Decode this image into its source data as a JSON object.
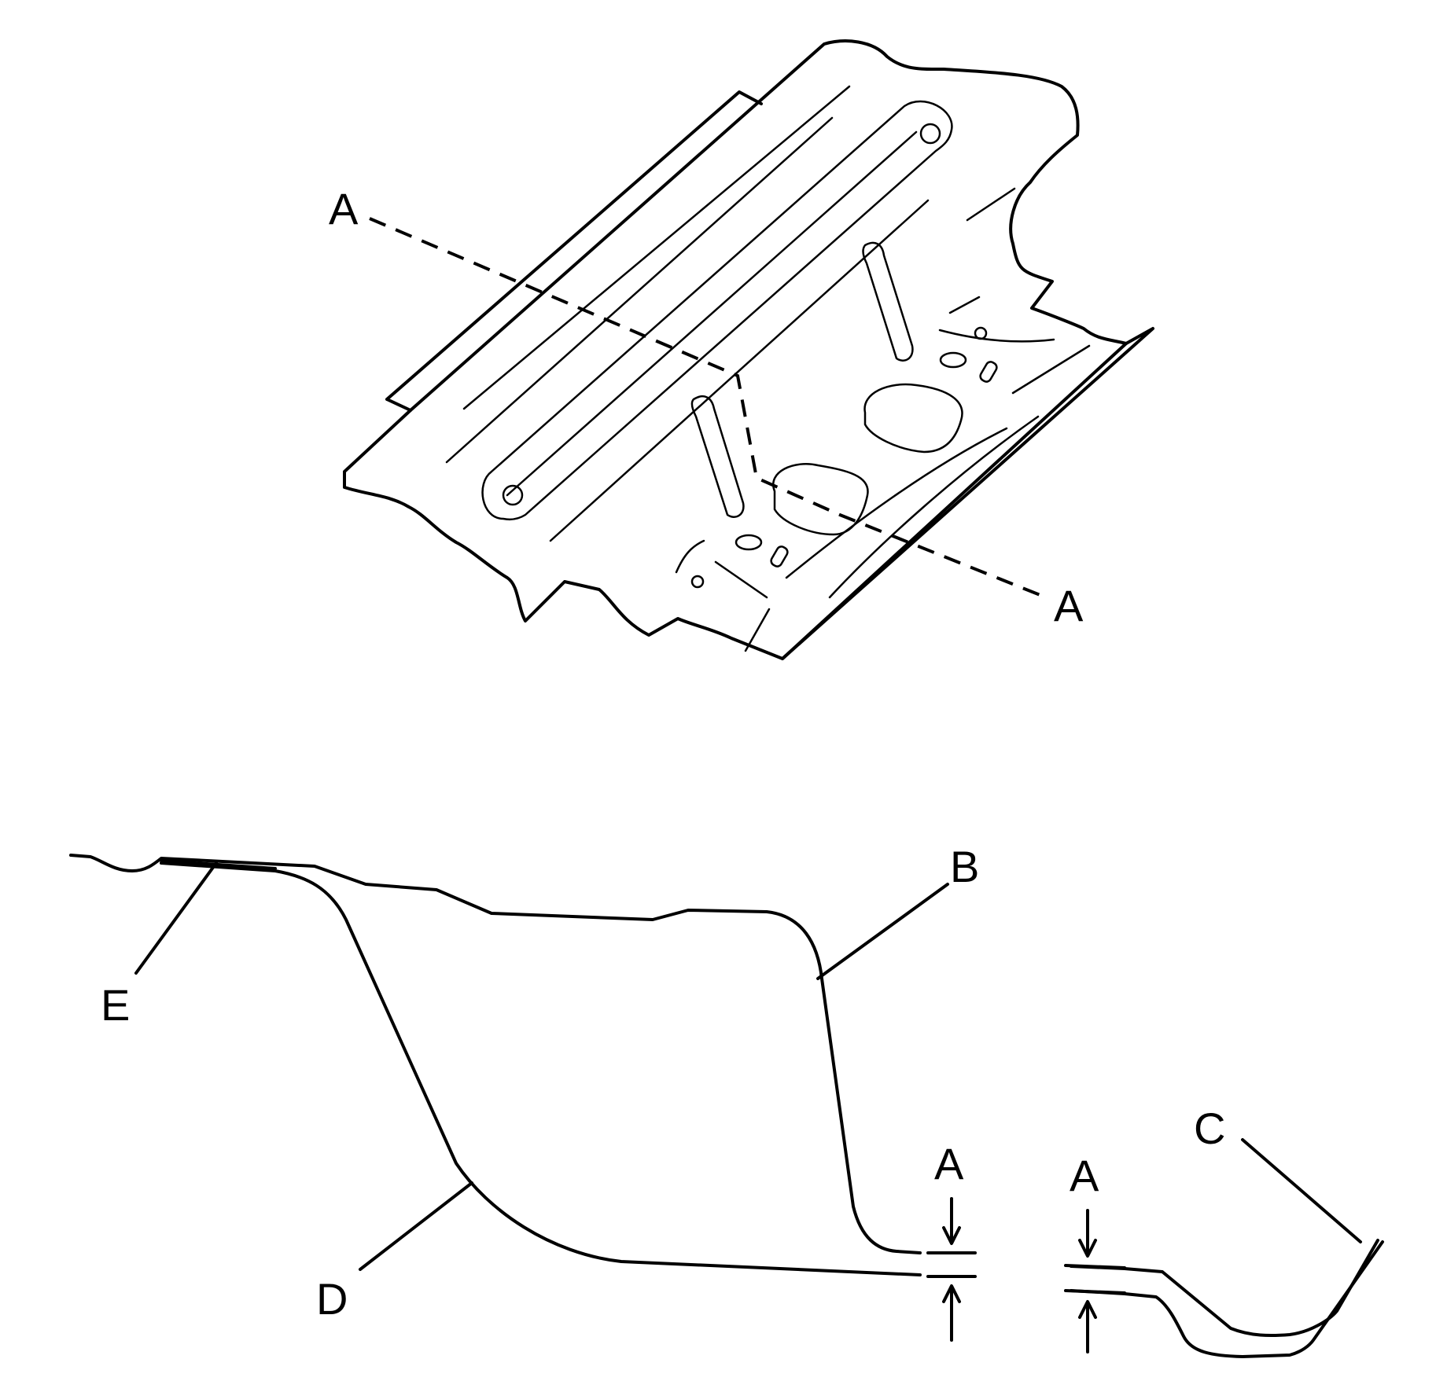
{
  "labels": {
    "section_top_left": "A",
    "section_top_right": "A",
    "callout_b": "B",
    "callout_c": "C",
    "callout_d": "D",
    "callout_e": "E",
    "dimension_left": "A",
    "dimension_right": "A"
  },
  "colors": {
    "ink": "#000000",
    "background": "#ffffff"
  }
}
